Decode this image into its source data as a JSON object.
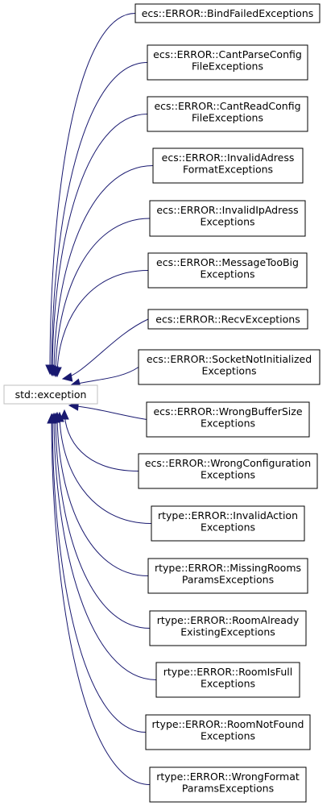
{
  "diagram": {
    "base": {
      "id": "std-exception",
      "label": "std::exception"
    },
    "derived": [
      {
        "id": "bind-failed",
        "lines": [
          "ecs::ERROR::BindFailedExceptions"
        ]
      },
      {
        "id": "cant-parse-config",
        "lines": [
          "ecs::ERROR::CantParseConfig",
          "FileExceptions"
        ]
      },
      {
        "id": "cant-read-config",
        "lines": [
          "ecs::ERROR::CantReadConfig",
          "FileExceptions"
        ]
      },
      {
        "id": "invalid-adress-format",
        "lines": [
          "ecs::ERROR::InvalidAdress",
          "FormatExceptions"
        ]
      },
      {
        "id": "invalid-ip-adress",
        "lines": [
          "ecs::ERROR::InvalidIpAdress",
          "Exceptions"
        ]
      },
      {
        "id": "message-too-big",
        "lines": [
          "ecs::ERROR::MessageTooBig",
          "Exceptions"
        ]
      },
      {
        "id": "recv",
        "lines": [
          "ecs::ERROR::RecvExceptions"
        ]
      },
      {
        "id": "socket-not-initialized",
        "lines": [
          "ecs::ERROR::SocketNotInitialized",
          "Exceptions"
        ]
      },
      {
        "id": "wrong-buffer-size",
        "lines": [
          "ecs::ERROR::WrongBufferSize",
          "Exceptions"
        ]
      },
      {
        "id": "wrong-configuration",
        "lines": [
          "ecs::ERROR::WrongConfiguration",
          "Exceptions"
        ]
      },
      {
        "id": "invalid-action",
        "lines": [
          "rtype::ERROR::InvalidAction",
          "Exceptions"
        ]
      },
      {
        "id": "missing-rooms-params",
        "lines": [
          "rtype::ERROR::MissingRooms",
          "ParamsExceptions"
        ]
      },
      {
        "id": "room-already-existing",
        "lines": [
          "rtype::ERROR::RoomAlready",
          "ExistingExceptions"
        ]
      },
      {
        "id": "room-is-full",
        "lines": [
          "rtype::ERROR::RoomIsFull",
          "Exceptions"
        ]
      },
      {
        "id": "room-not-found",
        "lines": [
          "rtype::ERROR::RoomNotFound",
          "Exceptions"
        ]
      },
      {
        "id": "wrong-format-params",
        "lines": [
          "rtype::ERROR::WrongFormat",
          "ParamsExceptions"
        ]
      }
    ]
  },
  "colors": {
    "edge": "#191970",
    "node_border": "#000000",
    "base_border": "#bfbfbf",
    "background": "#ffffff"
  }
}
